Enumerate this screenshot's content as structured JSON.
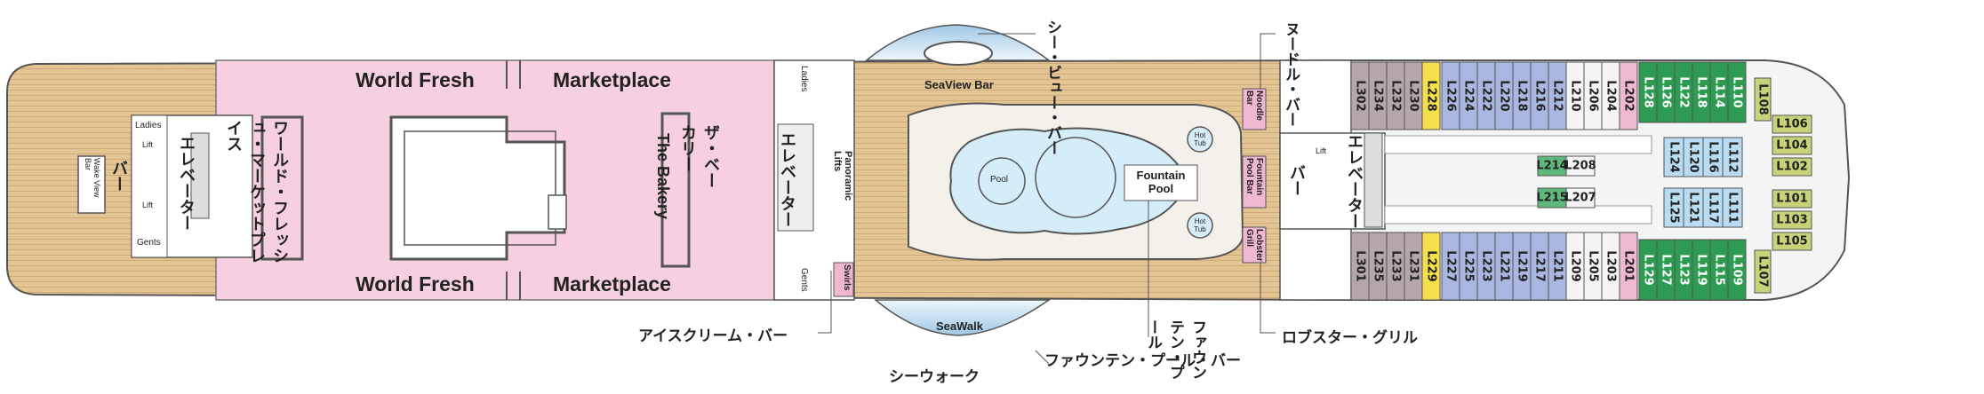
{
  "areas": {
    "world_fresh_top": "World Fresh",
    "marketplace_top": "Marketplace",
    "world_fresh_bottom": "World Fresh",
    "marketplace_bottom": "Marketplace",
    "market_jp": "ワールド・フレッシュ・マーケットプレイス",
    "bakery_jp": "ザ・ベーカリー",
    "bakery_en": "The Bakery",
    "elevator_jp": "エレベーター",
    "bar_jp": "バー",
    "wake_view_bar": "Wake View Bar",
    "ladies": "Ladies",
    "gents": "Gents",
    "lift": "Lift",
    "panoramic_lifts": "Panoramic Lifts",
    "seaview_bar": "SeaView Bar",
    "seawalk": "SeaWalk",
    "swirls": "Swirls",
    "pool": "Pool",
    "fountain_pool": "Fountain Pool",
    "hot_tub": "Hot Tub",
    "noodle_bar": "Noodle Bar",
    "fountain_pool_bar": "Fountain Pool Bar",
    "lobster_grill": "Lobster Grill"
  },
  "callouts": {
    "seaview_jp": "シー・ビュー・バー",
    "noodle_jp": "ヌードル・バー",
    "icecream_jp": "アイスクリーム・バー",
    "seawalk_jp": "シーウォーク",
    "fountain_pool_jp": "ファウンテン・プール",
    "fountain_bar_jp": "ファウンテン・プール・バー",
    "lobster_jp": "ロブスター・グリル"
  },
  "cabins": {
    "grey_top": [
      "L302",
      "L234",
      "L232",
      "L230"
    ],
    "grey_bottom": [
      "L301",
      "L235",
      "L233",
      "L231"
    ],
    "yellow_top": "L228",
    "yellow_bottom": "L229",
    "blue_top": [
      "L226",
      "L224",
      "L222",
      "L220",
      "L218",
      "L216",
      "L212"
    ],
    "blue_bottom": [
      "L227",
      "L225",
      "L223",
      "L221",
      "L219",
      "L217",
      "L211"
    ],
    "white_top": [
      "L210",
      "L206",
      "L204"
    ],
    "white_bottom": [
      "L209",
      "L205",
      "L203"
    ],
    "pink_top": "L202",
    "pink_bottom": "L201",
    "green_top": [
      "L128",
      "L126",
      "L122",
      "L118",
      "L114",
      "L110"
    ],
    "green_bottom": [
      "L129",
      "L127",
      "L123",
      "L119",
      "L115",
      "L109"
    ],
    "olive": [
      "L108",
      "L106",
      "L104",
      "L102",
      "L101",
      "L103",
      "L105",
      "L107"
    ],
    "center_green": [
      "L214",
      "L215"
    ],
    "center_white": [
      "L208",
      "L207"
    ],
    "center_blue": [
      "L124",
      "L120",
      "L116",
      "L112",
      "L125",
      "L121",
      "L117",
      "L111"
    ]
  },
  "colors": {
    "deck": "#e3c493",
    "buffet": "#f6d0e1",
    "pool_area": "#f4f1ea",
    "water": "#d4edf8",
    "cabin_grey": "#b4a6ab",
    "cabin_yellow": "#f3e04a",
    "cabin_blue": "#a9b7e1",
    "cabin_white": "#f4f4f4",
    "cabin_pink": "#f0b7d1",
    "cabin_green": "#2d9c52",
    "cabin_olive": "#c7d27a",
    "center_blue": "#b9dcf2",
    "center_green": "#5fb879"
  }
}
